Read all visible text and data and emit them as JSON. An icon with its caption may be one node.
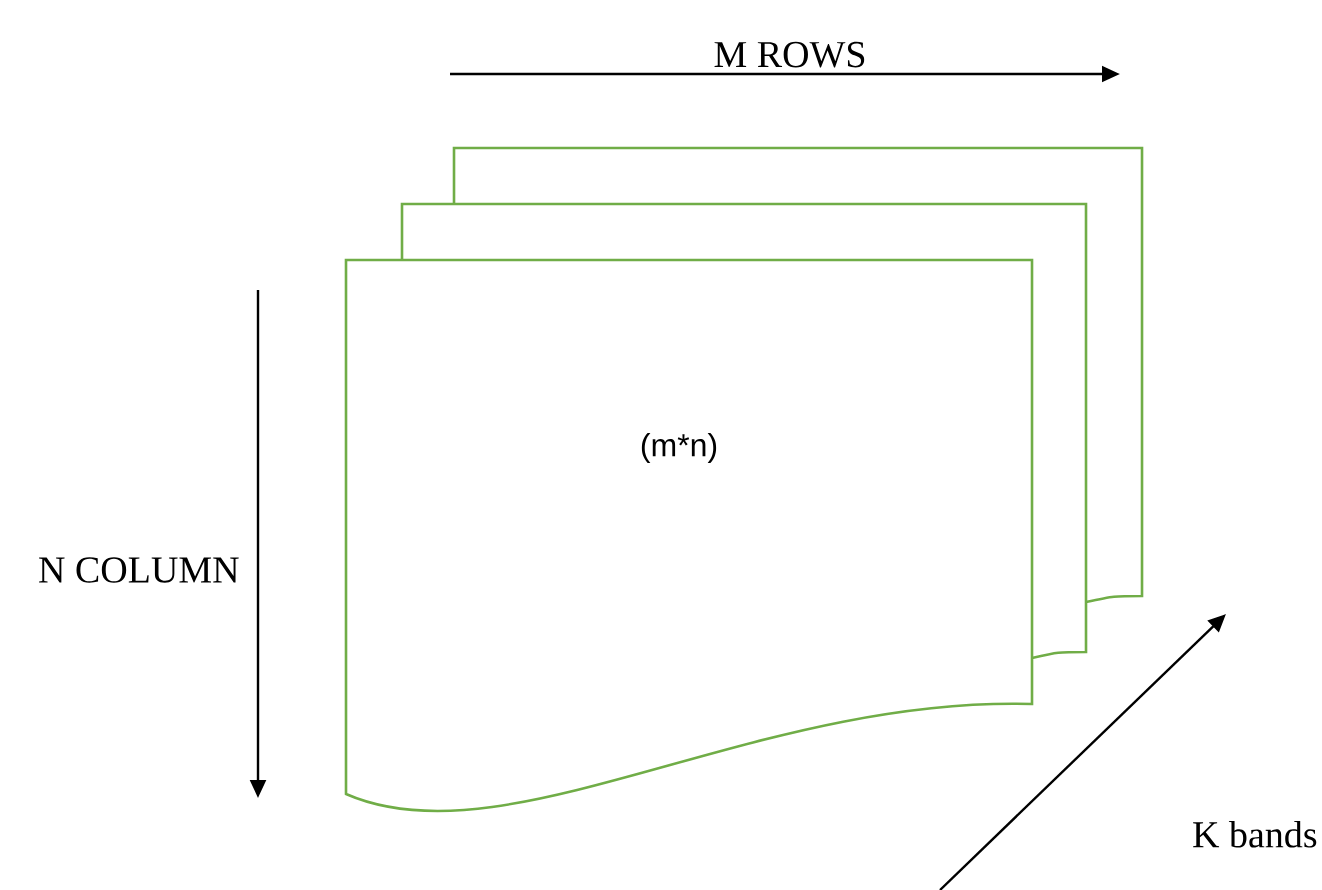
{
  "diagram": {
    "nodes": [
      {
        "text": [],
        "shape": "box"
      },
      {
        "text": [],
        "shape": "box"
      },
      {
        "text": [
          "(m*n)"
        ]
      }
    ],
    "labels": [
      "M ROWS",
      "N COLUMN",
      "K bands"
    ]
  }
}
